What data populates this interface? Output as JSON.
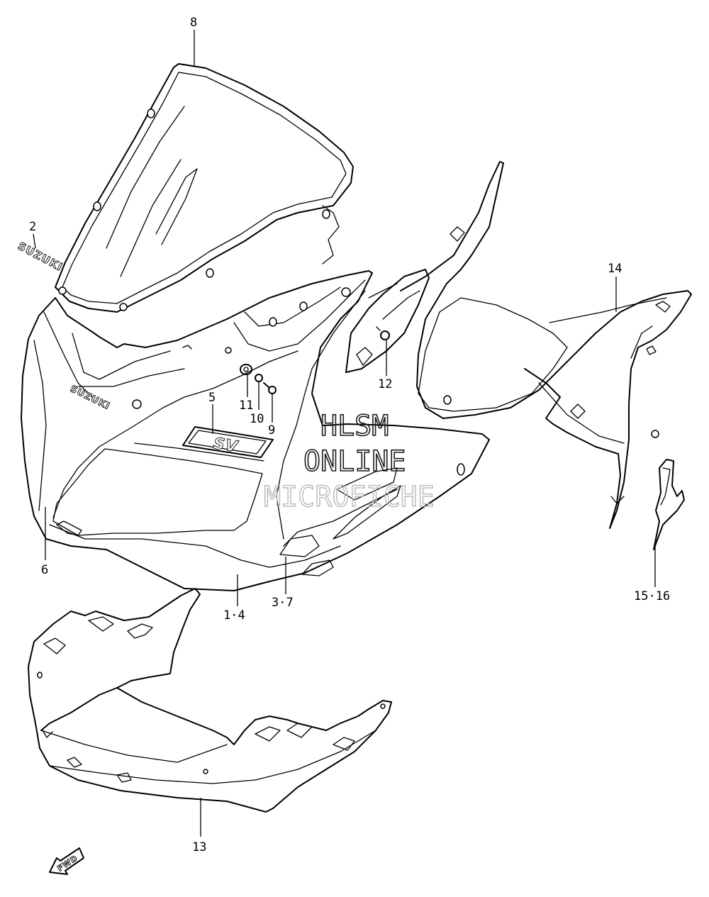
{
  "callouts": {
    "c8": "8",
    "c2": "2",
    "c14": "14",
    "c12": "12",
    "c5": "5",
    "c11": "11",
    "c10": "10",
    "c9": "9",
    "c6": "6",
    "c14b": "1·4",
    "c37": "3·7",
    "c1516": "15·16",
    "c13": "13"
  },
  "decals": {
    "suzuki_sticker": "SUZUKI",
    "suzuki_cowl": "SUZUKI",
    "sv_emblem": "SV",
    "fwd_arrow": "FWD"
  },
  "watermark": {
    "line1": "HLSM",
    "line2": "ONLINE",
    "line3": "MICROFICHE"
  }
}
